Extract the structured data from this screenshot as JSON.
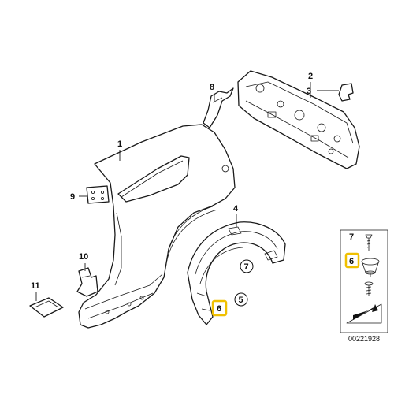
{
  "diagram": {
    "callouts": [
      {
        "id": "1",
        "label": "1"
      },
      {
        "id": "2",
        "label": "2"
      },
      {
        "id": "3",
        "label": "3"
      },
      {
        "id": "4",
        "label": "4"
      },
      {
        "id": "5",
        "label": "5"
      },
      {
        "id": "6",
        "label": "6"
      },
      {
        "id": "7",
        "label": "7"
      },
      {
        "id": "8",
        "label": "8"
      },
      {
        "id": "9",
        "label": "9"
      },
      {
        "id": "10",
        "label": "10"
      },
      {
        "id": "11",
        "label": "11"
      }
    ],
    "circled_labels": {
      "seven": "7",
      "five": "5"
    },
    "legend": {
      "item7": "7",
      "item6": "6"
    },
    "drawing_number": "00221928",
    "highlight_color": "#f0c000"
  }
}
